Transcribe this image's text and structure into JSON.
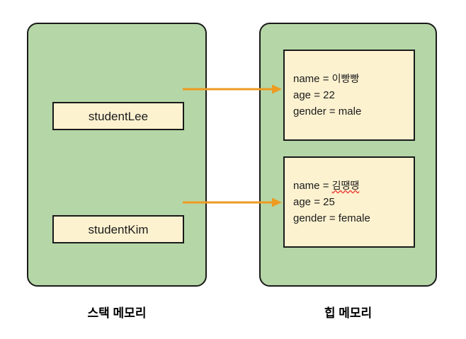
{
  "diagram": {
    "type": "stack-heap-memory-reference-diagram",
    "background_color": "#ffffff",
    "palette": {
      "region_fill": "#b5d6a7",
      "box_fill": "#fdf2d0",
      "stroke": "#1a1a1a",
      "arrow": "#ed9b21",
      "spellcheck_underline": "#e8413a"
    }
  },
  "stack": {
    "caption": "스택 메모리",
    "variables": [
      {
        "name": "studentLee"
      },
      {
        "name": "studentKim"
      }
    ]
  },
  "heap": {
    "caption": "힙 메모리",
    "objects": [
      {
        "name_label": "name = ",
        "name_value": "이빵빵",
        "name_misspelled": false,
        "age": "age = 22",
        "gender": "gender = male"
      },
      {
        "name_label": "name = ",
        "name_value": "김땡땡",
        "name_misspelled": true,
        "age": "age = 25",
        "gender": "gender = female"
      }
    ]
  },
  "arrows": [
    {
      "from": "studentLee",
      "to": "heap-object-1",
      "color": "#ed9b21"
    },
    {
      "from": "studentKim",
      "to": "heap-object-2",
      "color": "#ed9b21"
    }
  ]
}
